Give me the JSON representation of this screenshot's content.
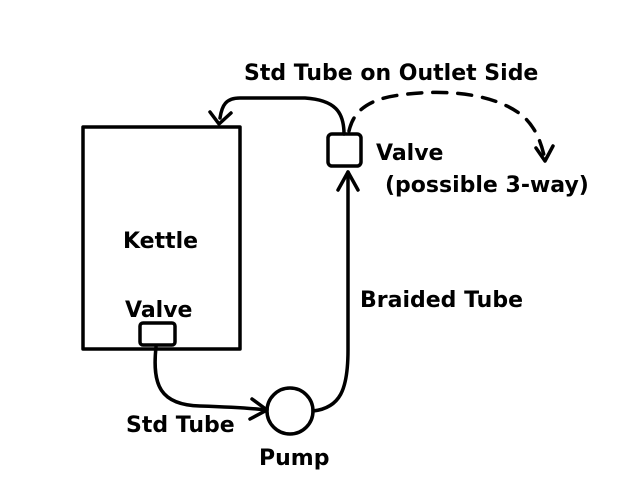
{
  "labels": {
    "kettle": "Kettle",
    "kettle_valve": "Valve",
    "std_tube": "Std Tube",
    "pump": "Pump",
    "braided_tube": "Braided Tube",
    "outlet_valve": "Valve",
    "outlet_valve_note": "(possible 3-way)",
    "outlet_tube": "Std Tube on Outlet Side"
  },
  "colors": {
    "ink": "#000000",
    "background": "#ffffff"
  }
}
